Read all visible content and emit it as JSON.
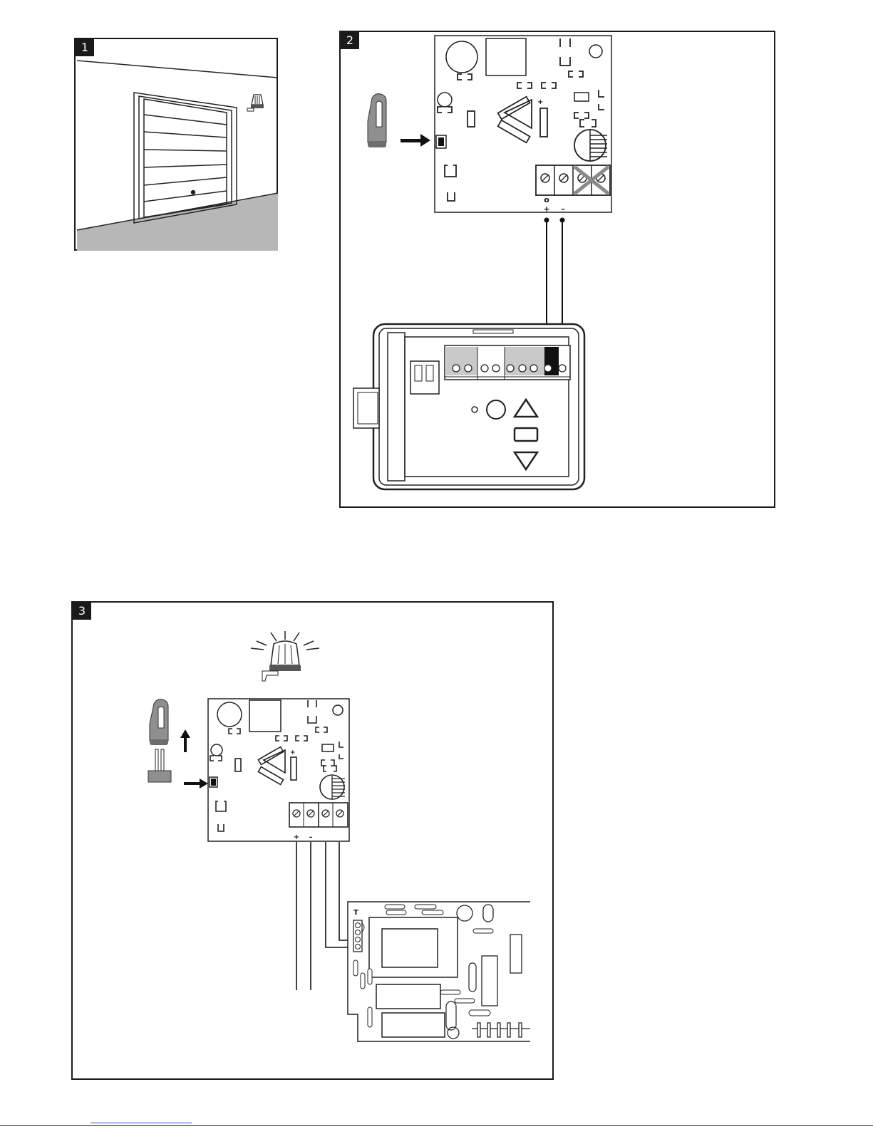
{
  "panels": [
    {
      "id": "panel-1",
      "badge": "1"
    },
    {
      "id": "panel-2",
      "badge": "2"
    },
    {
      "id": "panel-3",
      "badge": "3"
    }
  ],
  "terminal_labels": {
    "zero": "o",
    "plus": "+",
    "minus": "–",
    "t": "T"
  },
  "colors": {
    "ink": "#1a1a1a",
    "floor": "#b7b7b7",
    "terminal_fill": "#c9c9c9",
    "transmitter": "#8f8f8f",
    "footer_link": "#3a4fd8"
  },
  "icons": [
    "garage-door",
    "warning-lamp",
    "remote-transmitter",
    "jumper",
    "control-board",
    "receiver-unit",
    "motor-control-board"
  ]
}
